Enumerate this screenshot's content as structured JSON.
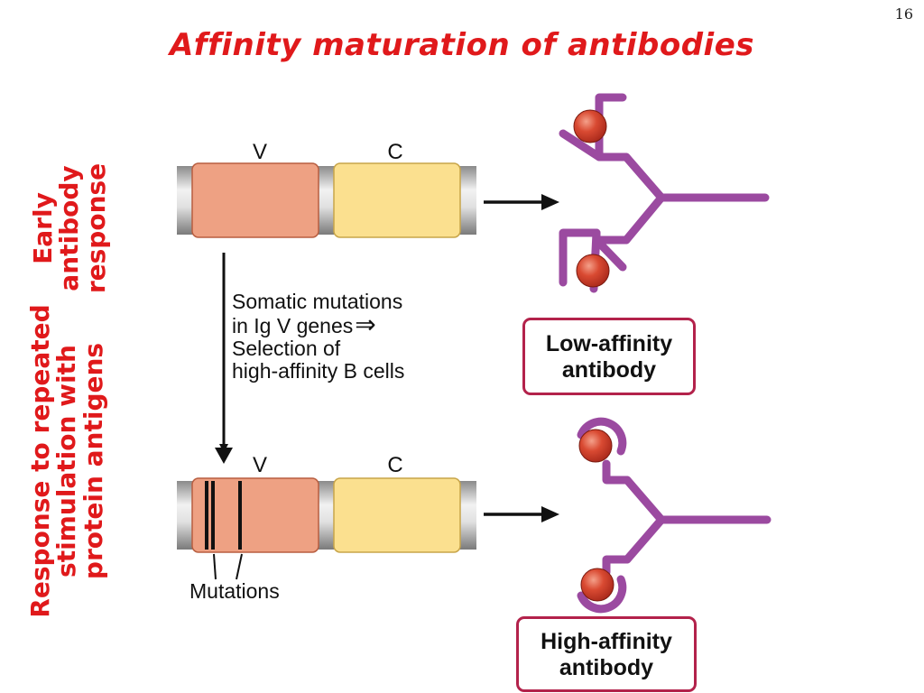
{
  "slide_number": "16",
  "title": "Affinity maturation of antibodies",
  "labels": {
    "early": [
      "Early",
      "antibody",
      "response"
    ],
    "repeated": [
      "Response to repeated",
      "stimulation with",
      "protein antigens"
    ]
  },
  "genes": {
    "v_label": "V",
    "c_label": "C"
  },
  "process_text": [
    "Somatic mutations",
    "in Ig V genes",
    "Selection of",
    "high-affinity B cells"
  ],
  "implies_glyph": "⇒",
  "mutations_label": "Mutations",
  "low_affinity": [
    "Low-affinity",
    "antibody"
  ],
  "high_affinity": [
    "High-affinity",
    "antibody"
  ],
  "colors": {
    "title_red": "#e0191b",
    "v_region": "#eea183",
    "c_region": "#fbe08f",
    "antibody": "#9b4aa0",
    "antigen": "#d8482e",
    "box_border": "#b3224b"
  }
}
